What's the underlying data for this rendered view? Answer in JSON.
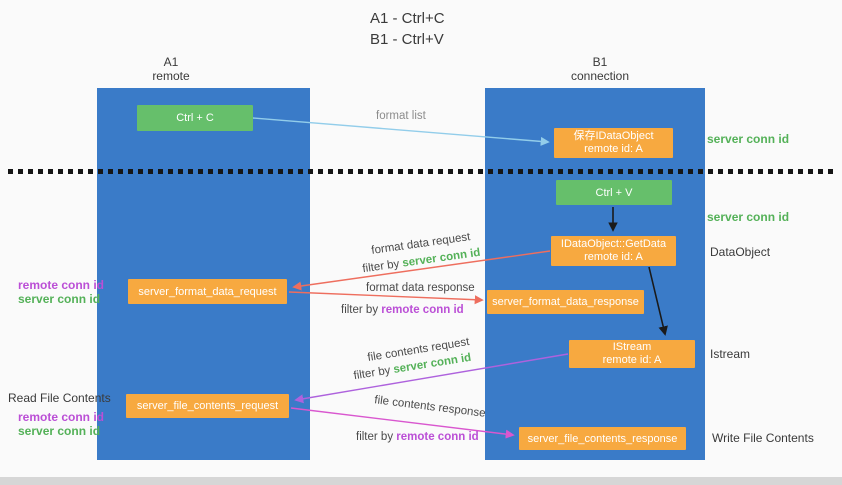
{
  "title": {
    "line1": "A1 - Ctrl+C",
    "line2": "B1 - Ctrl+V"
  },
  "lanes": {
    "left": {
      "name": "A1",
      "sub": "remote"
    },
    "right": {
      "name": "B1",
      "sub": "connection"
    }
  },
  "boxes": {
    "ctrl_c": "Ctrl + C",
    "ctrl_v": "Ctrl + V",
    "save_obj": {
      "line1": "保存IDataObject",
      "line2": "remote id: A"
    },
    "getdata": {
      "line1": "IDataObject::GetData",
      "line2": "remote id: A"
    },
    "istream": {
      "line1": "IStream",
      "line2": "remote id: A"
    },
    "format_request": "server_format_data_request",
    "format_response": "server_format_data_response",
    "file_request": "server_file_contents_request",
    "file_response": "server_file_contents_response"
  },
  "arrow_labels": {
    "format_list": "format list",
    "format_data_request": "format data request",
    "format_data_response": "format data response",
    "file_contents_request": "file contents request",
    "file_contents_response": "file contents response",
    "filter_by": "filter by "
  },
  "side_labels": {
    "server_conn_id": "server conn id",
    "remote_conn_id": "remote conn id",
    "dataobject": "DataObject",
    "istream": "Istream",
    "read_file_contents": "Read File Contents",
    "write_file_contents": "Write File Contents"
  },
  "colors": {
    "lane_blue": "#3a7bc8",
    "box_green": "#66bf6b",
    "box_orange": "#f7a940",
    "green_text": "#54b158",
    "magenta_text": "#bb4fd6",
    "arrow_blue": "#92cdea",
    "arrow_red": "#ee6e5e",
    "arrow_purple": "#ae62dd",
    "arrow_pink": "#d957cf",
    "arrow_black": "#1a1a1a"
  }
}
